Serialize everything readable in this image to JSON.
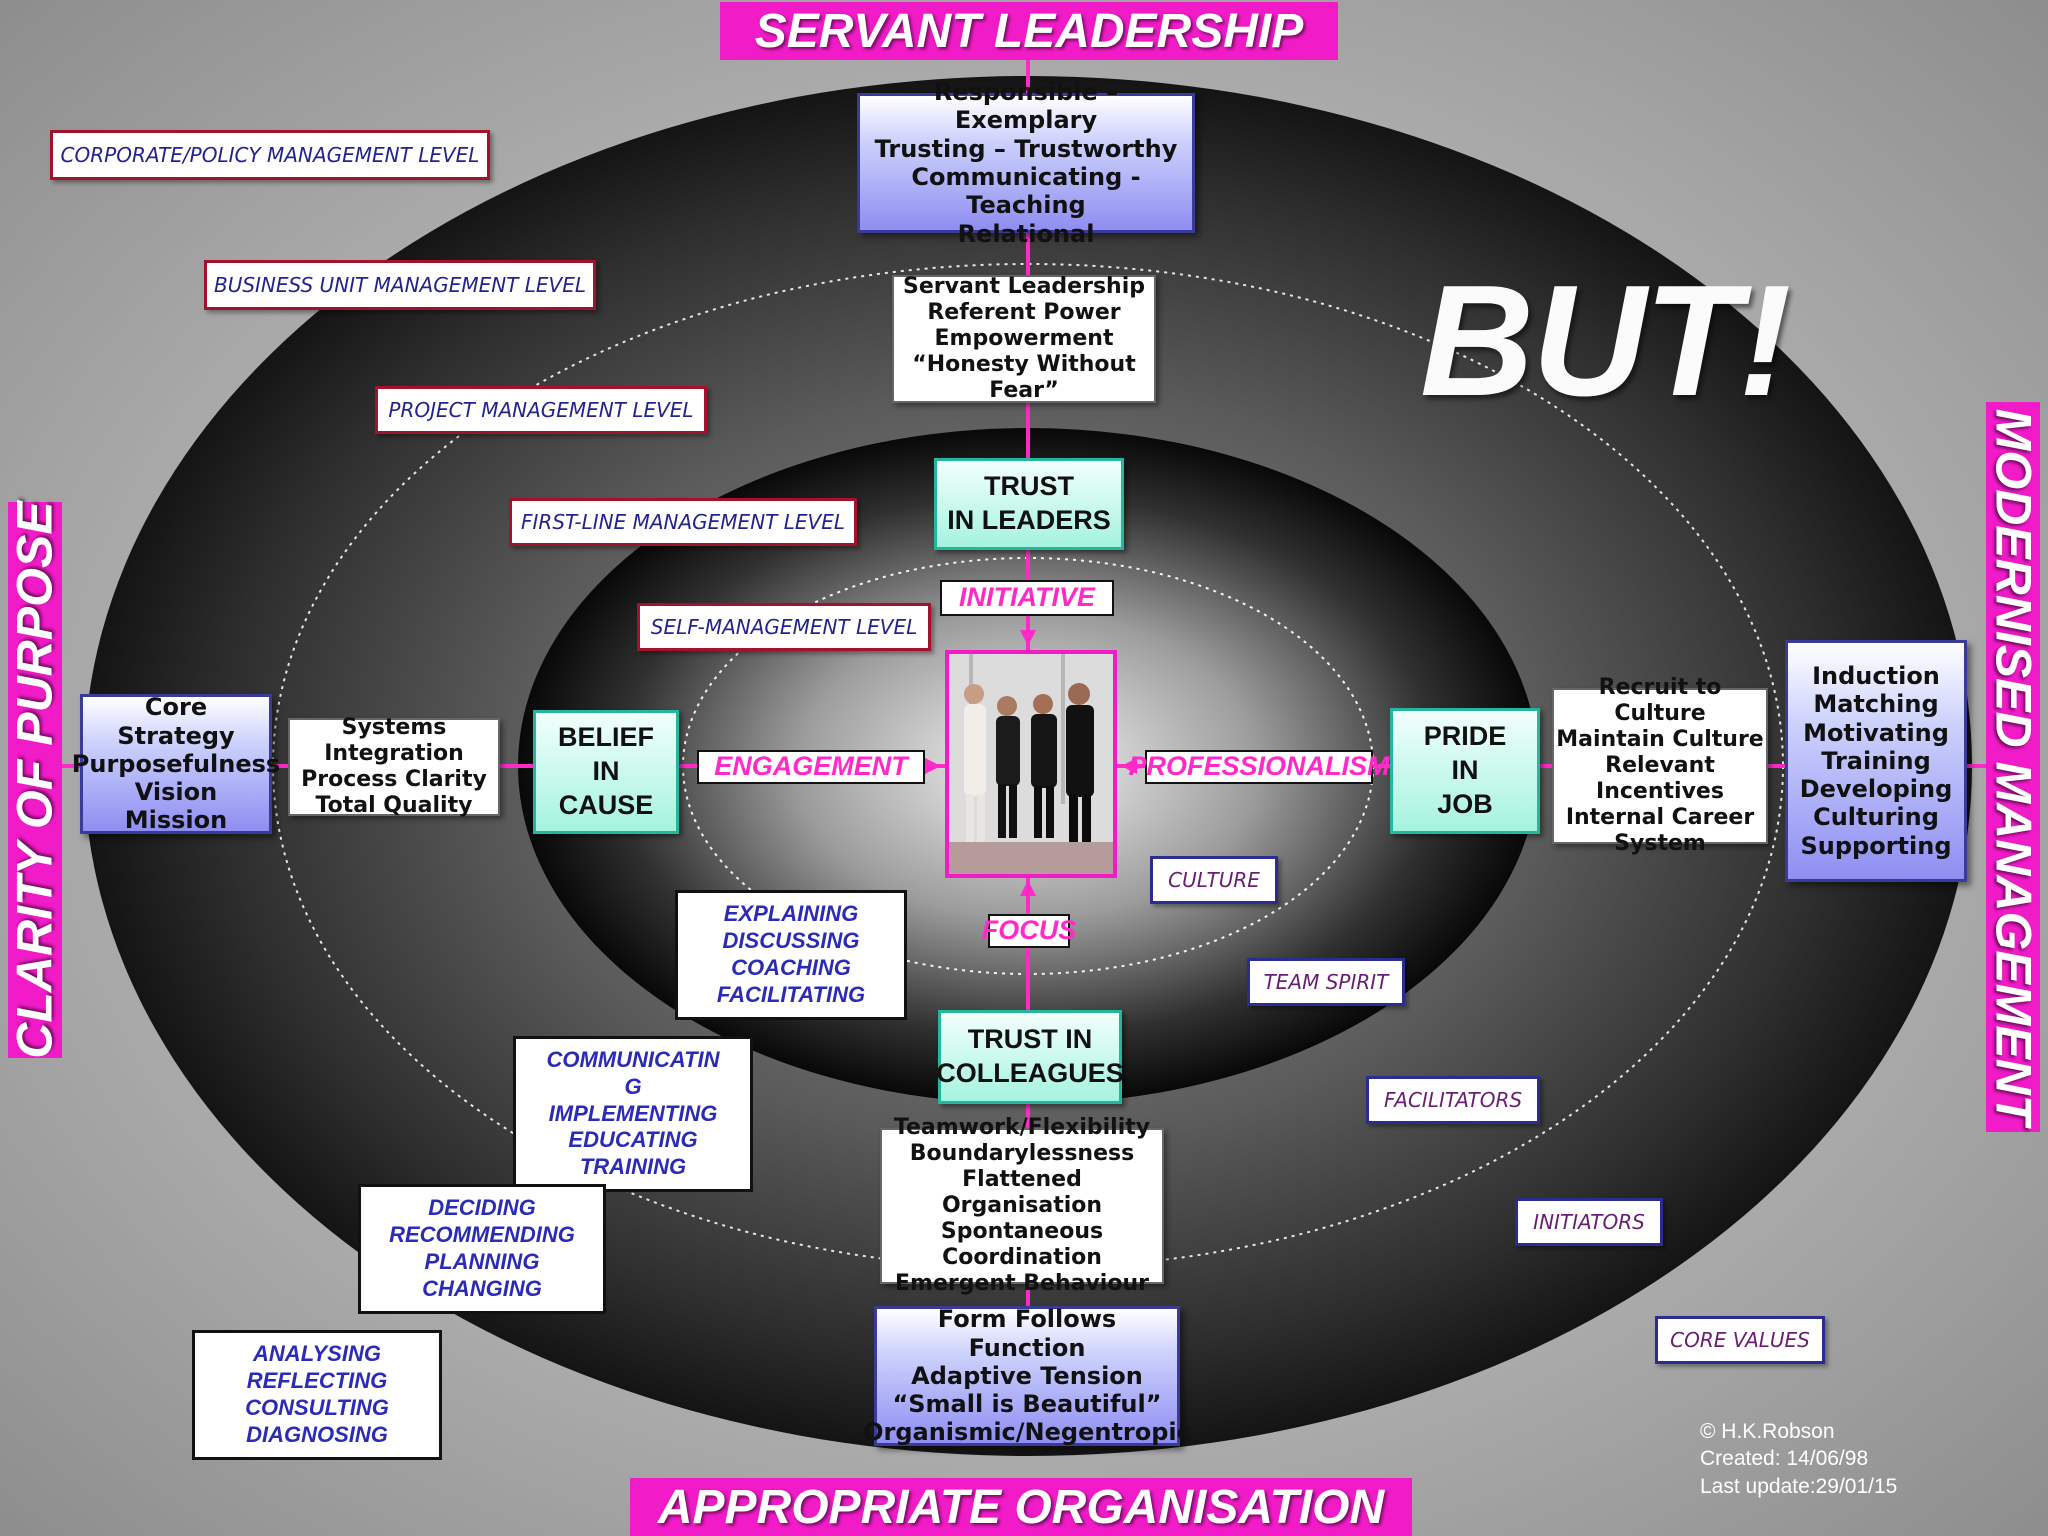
{
  "banners": {
    "top": "SERVANT LEADERSHIP",
    "bottom": "APPROPRIATE ORGANISATION",
    "left": "CLARITY OF PURPOSE",
    "right": "MODERNISED MANAGEMENT"
  },
  "exclamation": "BUT!",
  "management_levels": [
    "CORPORATE/POLICY MANAGEMENT LEVEL",
    "BUSINESS UNIT MANAGEMENT LEVEL",
    "PROJECT MANAGEMENT LEVEL",
    "FIRST-LINE MANAGEMENT LEVEL",
    "SELF-MANAGEMENT LEVEL"
  ],
  "top_axis": {
    "outer": [
      "Responsible – Exemplary",
      "Trusting – Trustworthy",
      "Communicating - Teaching",
      "Relational"
    ],
    "middle": [
      "Servant Leadership",
      "Referent Power",
      "Empowerment",
      "“Honesty Without Fear”"
    ],
    "inner": [
      "TRUST",
      "IN LEADERS"
    ],
    "tag": "INITIATIVE"
  },
  "bottom_axis": {
    "inner": [
      "TRUST IN",
      "COLLEAGUES"
    ],
    "middle": [
      "Teamwork/Flexibility",
      "Boundarylessness",
      "Flattened Organisation",
      "Spontaneous Coordination",
      "Emergent Behaviour"
    ],
    "outer": [
      "Form Follows Function",
      "Adaptive Tension",
      "“Small is Beautiful”",
      "Organismic/Negentropic"
    ],
    "tag": "FOCUS"
  },
  "left_axis": {
    "outer": [
      "Core Strategy",
      "Purposefulness",
      "Vision",
      "Mission"
    ],
    "middle": [
      "Systems Integration",
      "Process Clarity",
      "Total Quality"
    ],
    "inner": [
      "BELIEF",
      "IN",
      "CAUSE"
    ],
    "tag": "ENGAGEMENT"
  },
  "right_axis": {
    "inner": [
      "PRIDE",
      "IN",
      "JOB"
    ],
    "middle": [
      "Recruit to Culture",
      "Maintain Culture",
      "Relevant Incentives",
      "Internal Career",
      "System"
    ],
    "outer": [
      "Induction",
      "Matching",
      "Motivating",
      "Training",
      "Developing",
      "Culturing",
      "Supporting"
    ],
    "tag": "PROFESSIONALISM"
  },
  "activities": [
    [
      "EXPLAINING",
      "DISCUSSING",
      "COACHING",
      "FACILITATING"
    ],
    [
      "COMMUNICATIN",
      "G",
      "IMPLEMENTING",
      "EDUCATING",
      "TRAINING"
    ],
    [
      "DECIDING",
      "RECOMMENDING",
      "PLANNING",
      "CHANGING"
    ],
    [
      "ANALYSING",
      "REFLECTING",
      "CONSULTING",
      "DIAGNOSING"
    ]
  ],
  "circle_labels": [
    "CULTURE",
    "TEAM SPIRIT",
    "FACILITATORS",
    "INITIATORS",
    "CORE VALUES"
  ],
  "credit": [
    "© H.K.Robson",
    "Created:  14/06/98",
    "Last update:29/01/15"
  ]
}
